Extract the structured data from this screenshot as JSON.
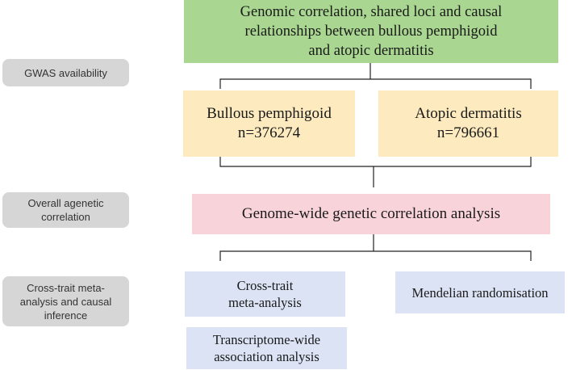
{
  "left_labels": {
    "gwas": "GWAS availability",
    "overall": [
      "Overall agenetic",
      "correlation"
    ],
    "cross": [
      "Cross-trait meta-",
      "analysis  and causal",
      "inference"
    ]
  },
  "title_box": [
    "Genomic correlation, shared loci and causal",
    "relationships between bullous pemphigoid",
    "and atopic dermatitis"
  ],
  "bp_box": [
    "Bullous pemphigoid",
    "n=376274"
  ],
  "ad_box": [
    "Atopic dermatitis",
    "n=796661"
  ],
  "genome_box": "Genome-wide genetic correlation analysis",
  "meta_box": [
    "Cross-trait",
    "meta-analysis"
  ],
  "mr_box": "Mendelian randomisation",
  "twas_box": [
    "Transcriptome-wide",
    "association analysis"
  ],
  "colors": {
    "title": "#a9d690",
    "gwas": "#fdebbf",
    "genome": "#f8d3da",
    "analysis": "#dbe3f5",
    "side_label": "#d6d6d6"
  }
}
